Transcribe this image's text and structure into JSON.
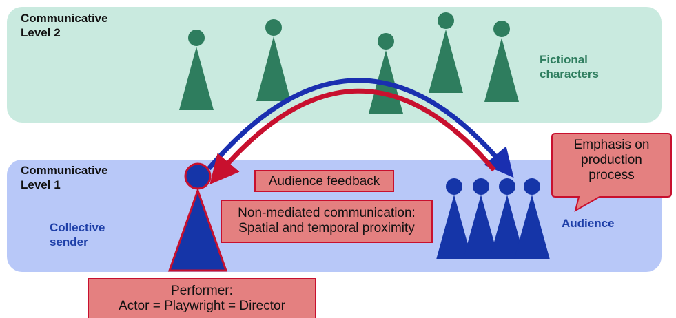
{
  "levels": {
    "level2": {
      "label_line1": "Communicative",
      "label_line2": "Level 2"
    },
    "level1": {
      "label_line1": "Communicative",
      "label_line2": "Level 1"
    }
  },
  "labels": {
    "fictional_line1": "Fictional",
    "fictional_line2": "characters",
    "sender_line1": "Collective",
    "sender_line2": "sender",
    "audience": "Audience"
  },
  "boxes": {
    "audience_feedback": "Audience feedback",
    "non_mediated_line1": "Non-mediated communication:",
    "non_mediated_line2": "Spatial and temporal proximity",
    "performer_line1": "Performer:",
    "performer_line2": "Actor = Playwright = Director",
    "emphasis_line1": "Emphasis on",
    "emphasis_line2": "production",
    "emphasis_line3": "process"
  },
  "colors": {
    "level2_bg": "#c9eadf",
    "level1_bg": "#b8c8f8",
    "fictional_figures": "#2e7d5e",
    "audience_figures": "#1535a8",
    "arrow_blue": "#1a2fb0",
    "arrow_red": "#c8102e",
    "box_fill": "#e48080"
  }
}
